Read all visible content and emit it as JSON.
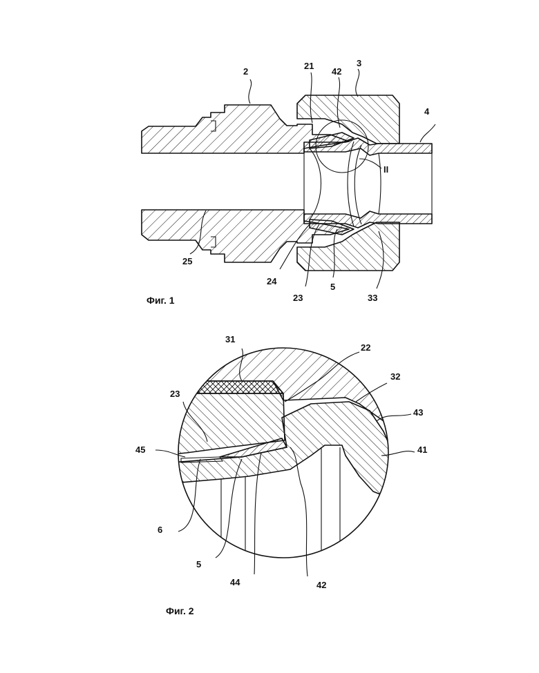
{
  "figure1": {
    "caption": "Фиг. 1",
    "detail_mark": "II",
    "labels": {
      "l2": "2",
      "l21": "21",
      "l42": "42",
      "l3": "3",
      "l4": "4",
      "l25": "25",
      "l24": "24",
      "l23": "23",
      "l5": "5",
      "l33": "33"
    }
  },
  "figure2": {
    "caption": "Фиг. 2",
    "labels": {
      "l31": "31",
      "l22": "22",
      "l32": "32",
      "l23": "23",
      "l43": "43",
      "l45": "45",
      "l41": "41",
      "l6": "6",
      "l5": "5",
      "l44": "44",
      "l42": "42"
    }
  }
}
